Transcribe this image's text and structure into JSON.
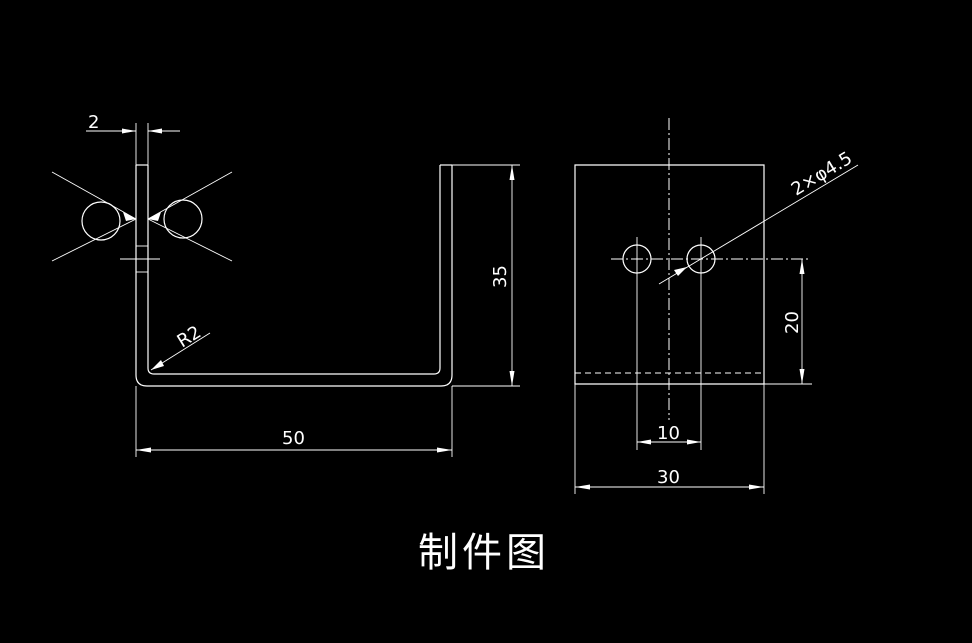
{
  "colors": {
    "background": "#000000",
    "line": "#ffffff"
  },
  "drawing": {
    "title": "制件图",
    "side_view": {
      "thickness_dim": "2",
      "bend_radius_dim": "R2",
      "width_dim": "50",
      "height_dim": "35"
    },
    "front_view": {
      "hole_callout": "2×φ4.5",
      "hole_height_dim": "20",
      "hole_spacing_dim": "10",
      "width_dim": "30"
    }
  }
}
